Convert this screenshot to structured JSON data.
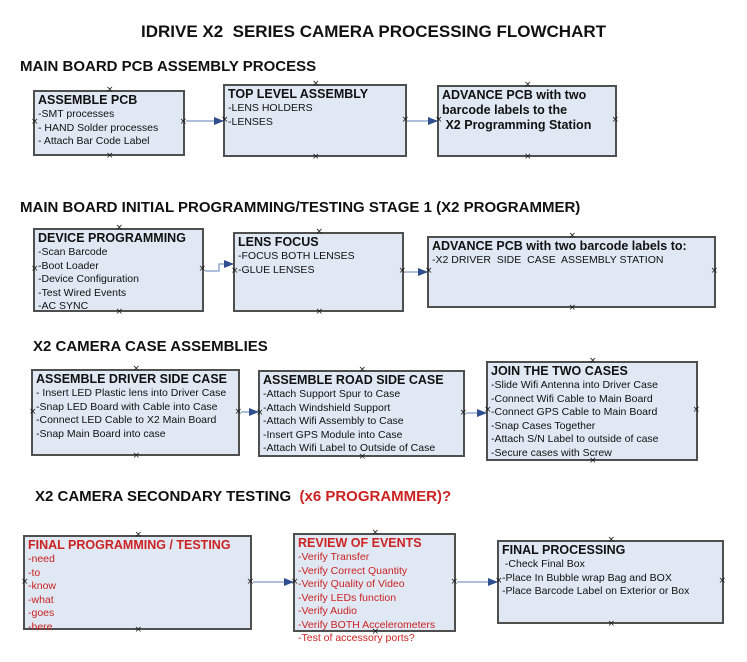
{
  "title": "IDRIVE X2  SERIES CAMERA PROCESSING FLOWCHART",
  "colors": {
    "background": "#ffffff",
    "box_fill": "#dfe8f3",
    "box_border": "#4f4f4f",
    "text": "#111111",
    "red_text": "#cc2222",
    "arrow_line": "#94aacf",
    "arrow_head": "#2e4e8e"
  },
  "icons": {
    "connector_handle": "×"
  },
  "sections": [
    {
      "header": "MAIN BOARD PCB ASSEMBLY PROCESS",
      "boxes": [
        {
          "title": "ASSEMBLE PCB",
          "items": [
            "-SMT processes",
            "- HAND Solder processes",
            "- Attach Bar Code Label"
          ]
        },
        {
          "title": "TOP LEVEL ASSEMBLY",
          "items": [
            "-LENS HOLDERS",
            "-LENSES"
          ]
        },
        {
          "title": "ADVANCE PCB with two\nbarcode labels to the\n X2 Programming Station",
          "items": []
        }
      ]
    },
    {
      "header": "MAIN BOARD INITIAL PROGRAMMING/TESTING STAGE 1 (X2 PROGRAMMER)",
      "boxes": [
        {
          "title": "DEVICE PROGRAMMING",
          "items": [
            "-Scan Barcode",
            "-Boot Loader",
            "-Device Configuration",
            "-Test Wired Events",
            "-AC SYNC"
          ]
        },
        {
          "title": "LENS FOCUS",
          "items": [
            "-FOCUS BOTH LENSES",
            "-GLUE LENSES"
          ]
        },
        {
          "title": "ADVANCE PCB with two barcode labels to:",
          "items": [
            "-X2 DRIVER  SIDE  CASE  ASSEMBLY STATION"
          ]
        }
      ]
    },
    {
      "header": "X2 CAMERA CASE ASSEMBLIES",
      "boxes": [
        {
          "title": "ASSEMBLE DRIVER SIDE CASE",
          "items": [
            "- Insert LED Plastic lens into Driver Case",
            "-Snap LED Board with Cable into Case",
            "-Connect LED Cable to X2 Main Board",
            "-Snap Main Board into case"
          ]
        },
        {
          "title": "ASSEMBLE ROAD SIDE CASE",
          "items": [
            "-Attach Support Spur to Case",
            "-Attach Windshield Support",
            "-Attach Wifi Assembly to Case",
            "-Insert GPS Module into Case",
            "-Attach Wifi Label to Outside of Case"
          ]
        },
        {
          "title": "JOIN THE TWO CASES",
          "items": [
            "-Slide Wifi Antenna into Driver Case",
            "-Connect Wifi Cable to Main Board",
            "-Connect GPS Cable to Main Board",
            "-Snap Cases Together",
            "-Attach S/N Label to outside of case",
            "-Secure cases with Screw"
          ]
        }
      ]
    },
    {
      "header": "X2 CAMERA SECONDARY TESTING ",
      "header_red": " (x6 PROGRAMMER)?",
      "boxes": [
        {
          "title": "FINAL PROGRAMMING / TESTING",
          "items": [
            "-need",
            "-to",
            "-know",
            "-what",
            "-goes",
            "-here"
          ]
        },
        {
          "title": "REVIEW OF EVENTS",
          "items": [
            "-Verify Transfer",
            "-Verify Correct Quantity",
            "-Verify Quality of Video",
            "-Verify LEDs function",
            "-Verify Audio",
            "-Verify BOTH Accelerometers",
            "-Test of accessory ports?"
          ]
        },
        {
          "title": "FINAL PROCESSING",
          "items": [
            " -Check Final Box",
            "-Place In Bubble wrap Bag and BOX",
            "-Place Barcode Label on Exterior or Box"
          ]
        }
      ]
    }
  ]
}
